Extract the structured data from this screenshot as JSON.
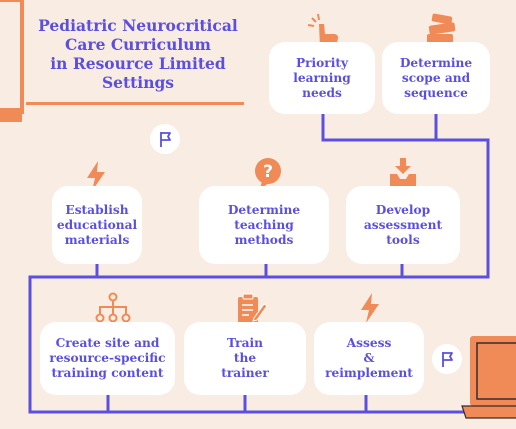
{
  "title": "Pediatric Neurocritical\nCare Curriculum\nin Resource Limited\nSettings",
  "steps": {
    "priority": "Priority\nlearning\nneeds",
    "scope": "Determine\nscope and\nsequence",
    "materials": "Establish\neducational\nmaterials",
    "methods": "Determine\nteaching\nmethods",
    "tools": "Develop\nassessment\ntools",
    "content": "Create site and\nresource-specific\ntraining content",
    "trainer": "Train\nthe\ntrainer",
    "assess": "Assess\n&\nreimplement"
  },
  "icons": {
    "priority": "pointing-hand-icon",
    "scope": "books-icon",
    "materials": "lightning-icon",
    "methods": "question-bubble-icon",
    "tools": "inbox-download-icon",
    "content": "org-chart-icon",
    "trainer": "clipboard-pen-icon",
    "assess": "lightning-icon",
    "flag": "flag-icon"
  },
  "colors": {
    "accent": "#5b4fe0",
    "icon": "#f08a56",
    "background": "#f9ece2",
    "box": "#ffffff"
  }
}
